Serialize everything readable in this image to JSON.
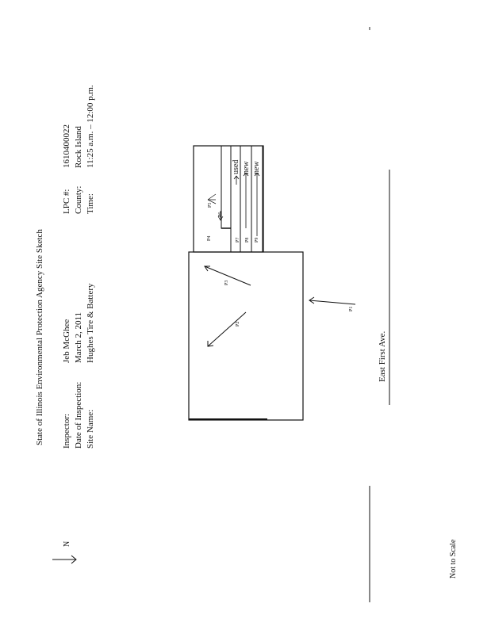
{
  "header": {
    "title": "State of Illinois Environmental Protection Agency Site Sketch",
    "fields_left": [
      {
        "label": "Inspector:",
        "value": "Jeb McGhee"
      },
      {
        "label": "Date of Inspection:",
        "value": "March 2, 2011"
      },
      {
        "label": "Site Name:",
        "value": "Hughes Tire & Battery"
      }
    ],
    "fields_right": [
      {
        "label": "LPC #:",
        "value": "1610400022"
      },
      {
        "label": "County:",
        "value": "Rock Island"
      },
      {
        "label": "Time:",
        "value": "11:25 a.m. – 12:00 p.m."
      }
    ]
  },
  "sketch": {
    "street": "East First Ave.",
    "scale_note": "Not to Scale",
    "north_label": "N",
    "storage_labels": [
      "used",
      "new",
      "new"
    ],
    "photo_labels": {
      "p1": "P1",
      "p2": "P2",
      "p3": "P3",
      "p4": "P4",
      "p5": "P5",
      "p6": "P6",
      "p7": "P7",
      "p8": "P8",
      "p9": "P9"
    }
  }
}
